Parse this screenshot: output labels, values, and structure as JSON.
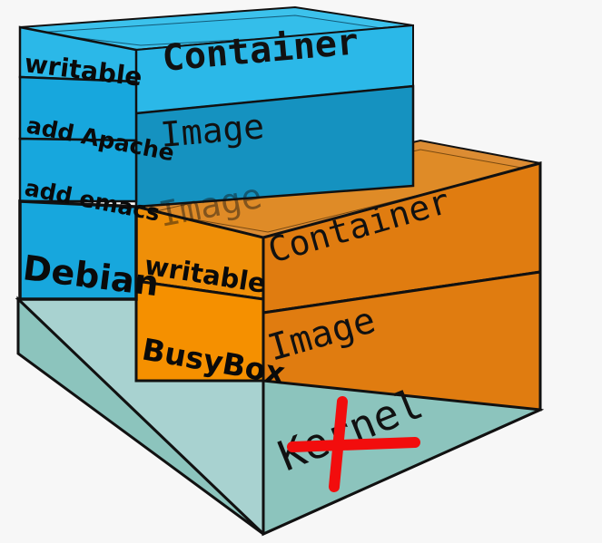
{
  "diagram": {
    "title": "Docker container layers stack",
    "background": "#f7f7f7",
    "annotation": {
      "name": "red-cross-strikeout",
      "color": "#f20d0d",
      "target": "kernel"
    }
  },
  "colors": {
    "blue_writable": "#2bb8e8",
    "blue_layer": "#17a7dd",
    "blue_image_face": "#1592c0",
    "blue_top": "#3cc2ec",
    "orange_busybox": "#f59000",
    "orange_container_face": "#e07c10",
    "orange_top": "#d98324",
    "orange_side": "#e48a1e",
    "teal_kernel_top": "#a8d2d0",
    "teal_kernel_face": "#8cc4bd",
    "outline": "#111111",
    "red": "#f20d0d"
  },
  "blue_stack": {
    "name": "debian-apache-stack",
    "side_layers": [
      {
        "label": "writable"
      },
      {
        "label": "add Apache"
      },
      {
        "label": "add emacs"
      },
      {
        "label": "Debian"
      }
    ],
    "front_labels": [
      {
        "label": "Container"
      },
      {
        "label": "Image"
      }
    ]
  },
  "orange_stack": {
    "name": "busybox-stack",
    "side_layers": [
      {
        "label": "writable"
      },
      {
        "label": "BusyBox"
      }
    ],
    "front_labels": [
      {
        "label": "Container"
      },
      {
        "label": "Image"
      }
    ],
    "ghost_label": "Image"
  },
  "kernel": {
    "name": "kernel-base",
    "label": "Kernel"
  }
}
